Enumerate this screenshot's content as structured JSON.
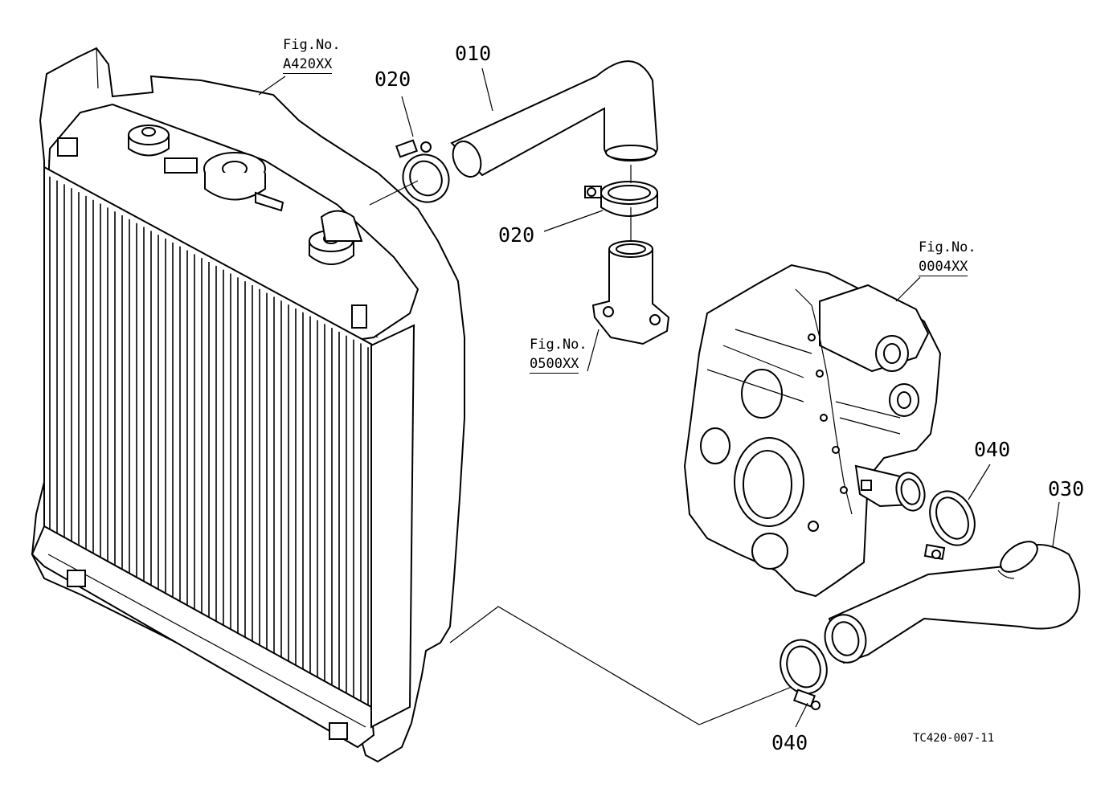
{
  "parts": {
    "p010": "010",
    "p020_top": "020",
    "p020_mid": "020",
    "p030": "030",
    "p040_right": "040",
    "p040_bottom": "040"
  },
  "figure_refs": {
    "radiator": {
      "line1": "Fig.No.",
      "line2": "A420XX"
    },
    "thermostat": {
      "line1": "Fig.No.",
      "line2": "0500XX"
    },
    "engine": {
      "line1": "Fig.No.",
      "line2": "0004XX"
    }
  },
  "drawing_code": "TC420-007-11"
}
